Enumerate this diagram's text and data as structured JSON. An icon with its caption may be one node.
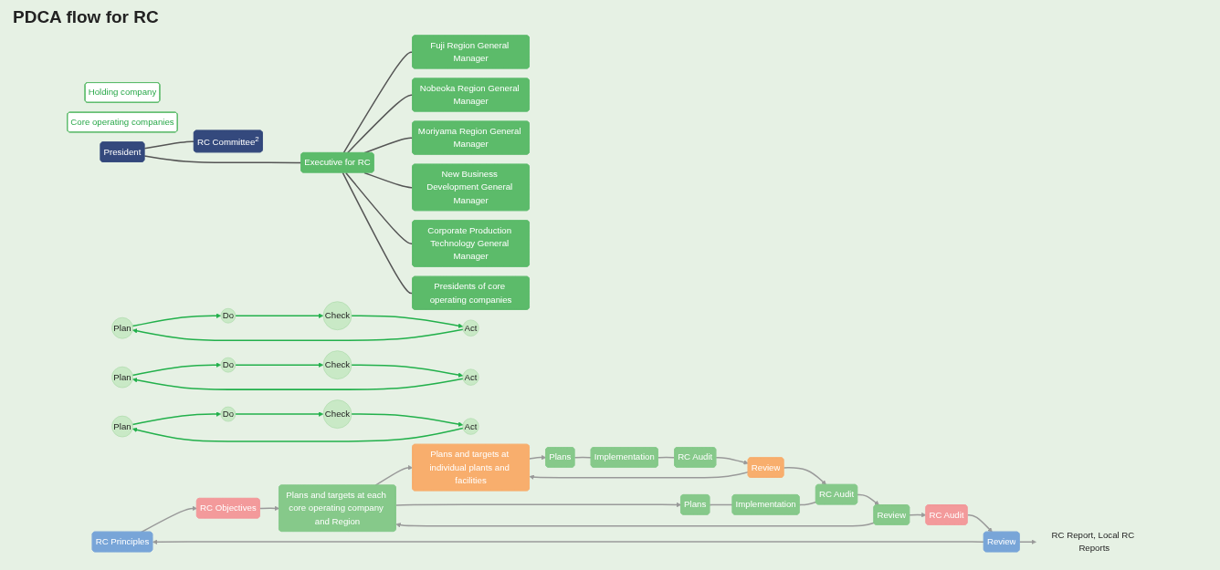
{
  "diagram": {
    "title": "PDCA flow for RC",
    "nodes": [
      {
        "text": [
          "Holding company"
        ]
      },
      {
        "text": [
          "Core operating companies"
        ]
      },
      {
        "text": [
          "President"
        ]
      },
      {
        "text": [
          "RC Committee$^{2}$"
        ]
      },
      {
        "text": [
          "Executive for RC"
        ]
      },
      {
        "text": [
          "Fuji Region General Manager"
        ]
      },
      {
        "text": [
          "Nobeoka Region General Manager"
        ]
      },
      {
        "text": [
          "Moriyama Region General Manager"
        ]
      },
      {
        "text": [
          "New Business Development General Manager"
        ]
      },
      {
        "text": [
          "Corporate Production Technology General Manager"
        ]
      },
      {
        "text": [
          "Presidents of core operating companies"
        ]
      },
      {
        "text": [
          "RC Principles"
        ]
      },
      {
        "text": [
          "RC Objectives"
        ]
      },
      {
        "text": [
          "Plan"
        ]
      },
      {
        "text": [
          "Do"
        ]
      },
      {
        "text": [
          "Check"
        ]
      },
      {
        "text": [
          "Act"
        ]
      },
      {
        "text": [
          "Plans and targets at each core operating company and Region"
        ]
      },
      {
        "text": [
          "Plan"
        ]
      },
      {
        "text": [
          "Do"
        ]
      },
      {
        "text": [
          "Check"
        ]
      },
      {
        "text": [
          "Act"
        ]
      },
      {
        "text": [
          "Plans"
        ]
      },
      {
        "text": [
          "Implementation"
        ]
      },
      {
        "text": [
          "Plans and targets at individual plants and facilities"
        ]
      },
      {
        "text": [
          "Plan"
        ]
      },
      {
        "text": [
          "Do"
        ]
      },
      {
        "text": [
          "Check"
        ]
      },
      {
        "text": [
          "Act"
        ]
      },
      {
        "text": [
          "Plans"
        ]
      },
      {
        "text": [
          "Implementation"
        ]
      },
      {
        "text": [
          "Review"
        ]
      },
      {
        "text": [
          "RC Audit"
        ]
      },
      {
        "text": [
          "Review"
        ]
      },
      {
        "text": [
          "RC Audit"
        ]
      },
      {
        "text": [
          "Review"
        ]
      },
      {
        "text": [
          "RC Audit"
        ]
      },
      {
        "text": [
          "RC Report, Local RC Reports"
        ]
      }
    ],
    "edges": [
      {
        "from": 2,
        "to": 3,
        "arrow": "none",
        "color": "#555555"
      },
      {
        "from": 2,
        "to": 4,
        "arrow": "none",
        "color": "#555555"
      },
      {
        "from": 4,
        "to": 5,
        "arrow": "none",
        "color": "#555555"
      },
      {
        "from": 4,
        "to": 6,
        "arrow": "none",
        "color": "#555555"
      },
      {
        "from": 4,
        "to": 7,
        "arrow": "none",
        "color": "#555555"
      },
      {
        "from": 4,
        "to": 8,
        "arrow": "none",
        "color": "#555555"
      },
      {
        "from": 4,
        "to": 9,
        "arrow": "none",
        "color": "#555555"
      },
      {
        "from": 4,
        "to": 10,
        "arrow": "none",
        "color": "#555555"
      },
      {
        "from": 11,
        "to": 12,
        "arrow": "to"
      },
      {
        "from": 12,
        "to": 17,
        "arrow": "to"
      },
      {
        "from": 13,
        "to": 14,
        "arrow": "to",
        "color": "#22b04b"
      },
      {
        "from": 14,
        "to": 15,
        "arrow": "to",
        "color": "#22b04b"
      },
      {
        "from": 15,
        "to": 16,
        "arrow": "to",
        "color": "#22b04b"
      },
      {
        "from": 16,
        "to": 13,
        "arrow": "to",
        "color": "#22b04b"
      },
      {
        "from": 17,
        "to": 24,
        "arrow": "to"
      },
      {
        "from": 17,
        "to": 22,
        "arrow": "to"
      },
      {
        "from": 18,
        "to": 19,
        "arrow": "to",
        "color": "#22b04b"
      },
      {
        "from": 19,
        "to": 20,
        "arrow": "to",
        "color": "#22b04b"
      },
      {
        "from": 20,
        "to": 21,
        "arrow": "to",
        "color": "#22b04b"
      },
      {
        "from": 21,
        "to": 18,
        "arrow": "to",
        "color": "#22b04b"
      },
      {
        "from": 22,
        "to": 23,
        "arrow": "none"
      },
      {
        "from": 23,
        "to": 34,
        "arrow": "none"
      },
      {
        "from": 24,
        "to": 29,
        "arrow": "to"
      },
      {
        "from": 25,
        "to": 26,
        "arrow": "to",
        "color": "#22b04b"
      },
      {
        "from": 26,
        "to": 27,
        "arrow": "to",
        "color": "#22b04b"
      },
      {
        "from": 27,
        "to": 28,
        "arrow": "to",
        "color": "#22b04b"
      },
      {
        "from": 28,
        "to": 25,
        "arrow": "to",
        "color": "#22b04b"
      },
      {
        "from": 29,
        "to": 30,
        "arrow": "none"
      },
      {
        "from": 30,
        "to": 36,
        "arrow": "none"
      },
      {
        "from": 36,
        "to": 35,
        "arrow": "to"
      },
      {
        "from": 35,
        "to": 34,
        "arrow": "to"
      },
      {
        "from": 35,
        "to": 24,
        "arrow": "to"
      },
      {
        "from": 34,
        "to": 33,
        "arrow": "to"
      },
      {
        "from": 33,
        "to": 32,
        "arrow": "to"
      },
      {
        "from": 33,
        "to": 17,
        "arrow": "to"
      },
      {
        "from": 32,
        "to": 31,
        "arrow": "to"
      },
      {
        "from": 31,
        "to": 11,
        "arrow": "to"
      },
      {
        "from": 31,
        "to": 37,
        "arrow": "to"
      }
    ]
  }
}
